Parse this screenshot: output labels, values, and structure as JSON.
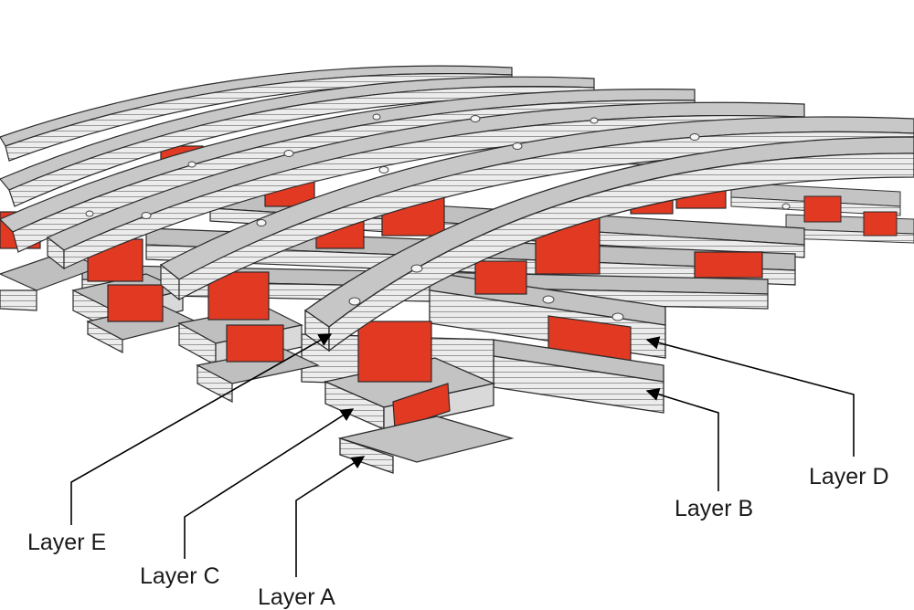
{
  "colors": {
    "background": "#ffffff",
    "beam_top": "#bdbdbd",
    "beam_face": "#e9e9e9",
    "beam_edge": "#2b2b2b",
    "beam_lamination": "#9a9a9a",
    "connector": "#e23a22",
    "connector_dark": "#b3240f",
    "leader_line": "#000000"
  },
  "callouts": {
    "layer_a": "Layer A",
    "layer_b": "Layer B",
    "layer_c": "Layer C",
    "layer_d": "Layer D",
    "layer_e": "Layer E"
  }
}
